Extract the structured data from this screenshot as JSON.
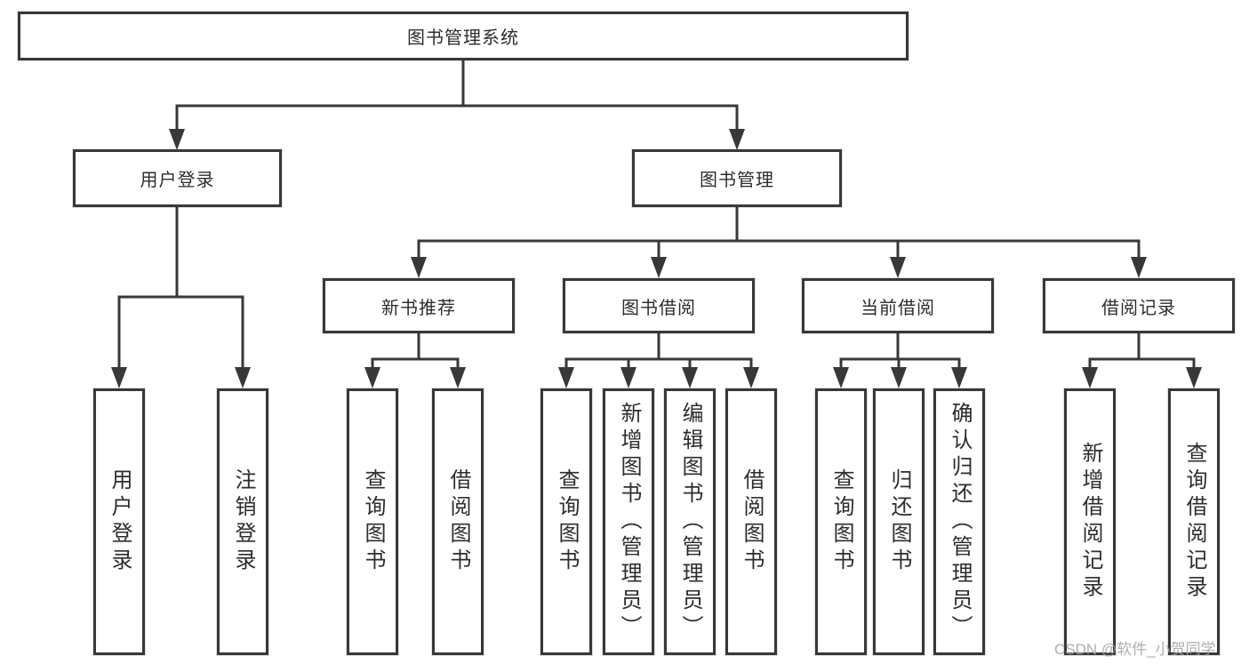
{
  "nodes": {
    "root": {
      "label": "图书管理系统"
    },
    "level2": [
      {
        "label": "用户登录"
      },
      {
        "label": "图书管理"
      }
    ],
    "level3": [
      {
        "label": "新书推荐"
      },
      {
        "label": "图书借阅"
      },
      {
        "label": "当前借阅"
      },
      {
        "label": "借阅记录"
      }
    ],
    "leaves": {
      "user_login": [
        {
          "label": "用户登录"
        },
        {
          "label": "注销登录"
        }
      ],
      "new_book_recommend": [
        {
          "label": "查询图书"
        },
        {
          "label": "借阅图书"
        }
      ],
      "book_borrow": [
        {
          "label": "查询图书"
        },
        {
          "label": "新增图书（管理员）"
        },
        {
          "label": "编辑图书（管理员）"
        },
        {
          "label": "借阅图书"
        }
      ],
      "current_borrow": [
        {
          "label": "查询图书"
        },
        {
          "label": "归还图书"
        },
        {
          "label": "确认归还（管理员）"
        }
      ],
      "borrow_records": [
        {
          "label": "新增借阅记录"
        },
        {
          "label": "查询借阅记录"
        }
      ]
    }
  },
  "watermark": {
    "text": "CSDN @软件_小贺同学"
  },
  "colors": {
    "line": "#383838",
    "border": "#383838",
    "text": "#2d2d2d",
    "watermark": "#a6a6a6",
    "background": "#ffffff"
  }
}
